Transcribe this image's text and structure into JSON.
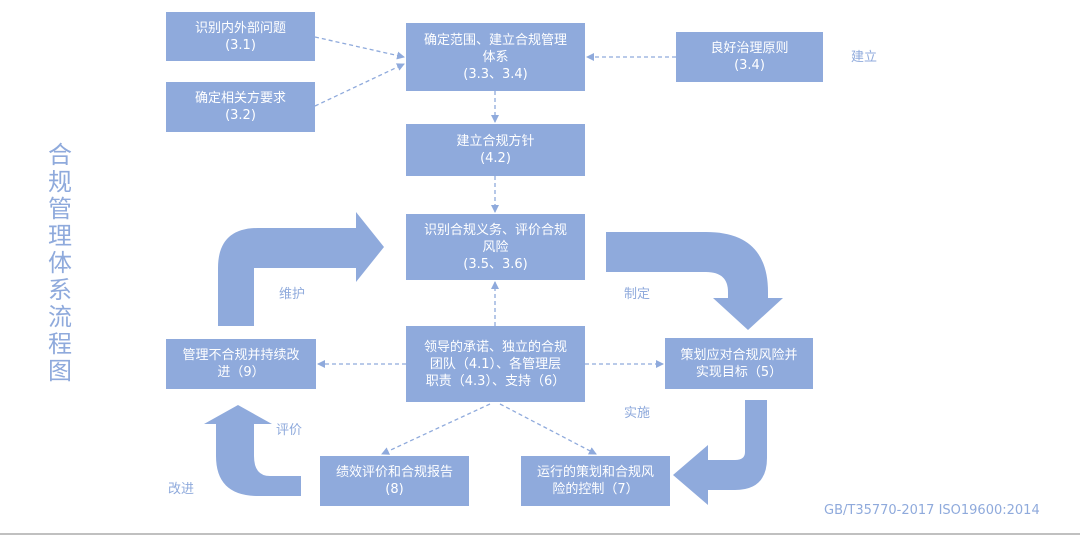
{
  "title": "合规管理体系流程图",
  "nodes": {
    "n31": {
      "line1": "识别内外部问题",
      "line2": "(3.1)"
    },
    "n32": {
      "line1": "确定相关方要求",
      "line2": "(3.2)"
    },
    "n33": {
      "line1": "确定范围、建立合规管理",
      "line2": "体系",
      "line3": "(3.3、3.4)"
    },
    "n34": {
      "line1": "良好治理原则",
      "line2": "(3.4)"
    },
    "n42": {
      "line1": "建立合规方针",
      "line2": "(4.2)"
    },
    "n35": {
      "line1": "识别合规义务、评价合规",
      "line2": "风险",
      "line3": "(3.5、3.6)"
    },
    "n41": {
      "line1": "领导的承诺、独立的合规",
      "line2": "团队（4.1）、各管理层",
      "line3": "职责（4.3）、支持（6）"
    },
    "n9": {
      "line1": "管理不合规并持续改",
      "line2": "进（9）"
    },
    "n5": {
      "line1": "策划应对合规风险并",
      "line2": "实现目标（5）"
    },
    "n8": {
      "line1": "绩效评价和合规报告",
      "line2": "(8)"
    },
    "n7": {
      "line1": "运行的策划和合规风",
      "line2": "险的控制（7）"
    }
  },
  "labels": {
    "establish": "建立",
    "maintain": "维护",
    "formulate": "制定",
    "implement": "实施",
    "evaluate": "评价",
    "improve": "改进",
    "standard": "GB/T35770-2017  ISO19600:2014"
  },
  "colors": {
    "box": "#8faadc",
    "text": "#8faadc",
    "arrow": "#8faadc"
  }
}
